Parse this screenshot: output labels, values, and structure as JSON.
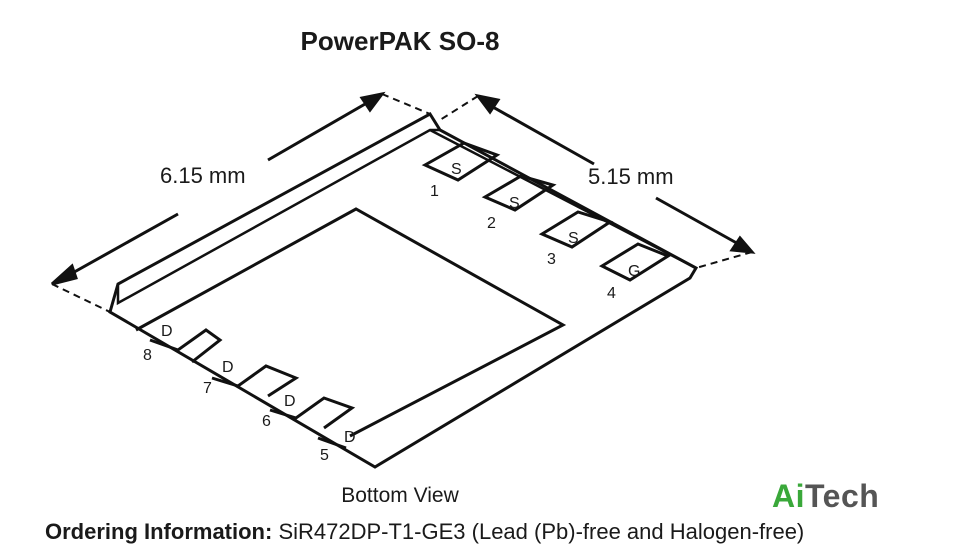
{
  "title": "PowerPAK SO-8",
  "dimensions": {
    "length": "6.15 mm",
    "width": "5.15 mm"
  },
  "pins_top": [
    {
      "number": "1",
      "label": "S"
    },
    {
      "number": "2",
      "label": "S"
    },
    {
      "number": "3",
      "label": "S"
    },
    {
      "number": "4",
      "label": "G"
    }
  ],
  "pins_bottom": [
    {
      "number": "8",
      "label": "D"
    },
    {
      "number": "7",
      "label": "D"
    },
    {
      "number": "6",
      "label": "D"
    },
    {
      "number": "5",
      "label": "D"
    }
  ],
  "view_caption": "Bottom View",
  "ordering": {
    "label": "Ordering Information:",
    "text": "SiR472DP-T1-GE3 (Lead (Pb)-free and Halogen-free)"
  },
  "logo": {
    "part1": "Ai",
    "part2": "Tech",
    "color1": "#3aa83a",
    "color2": "#555555"
  }
}
